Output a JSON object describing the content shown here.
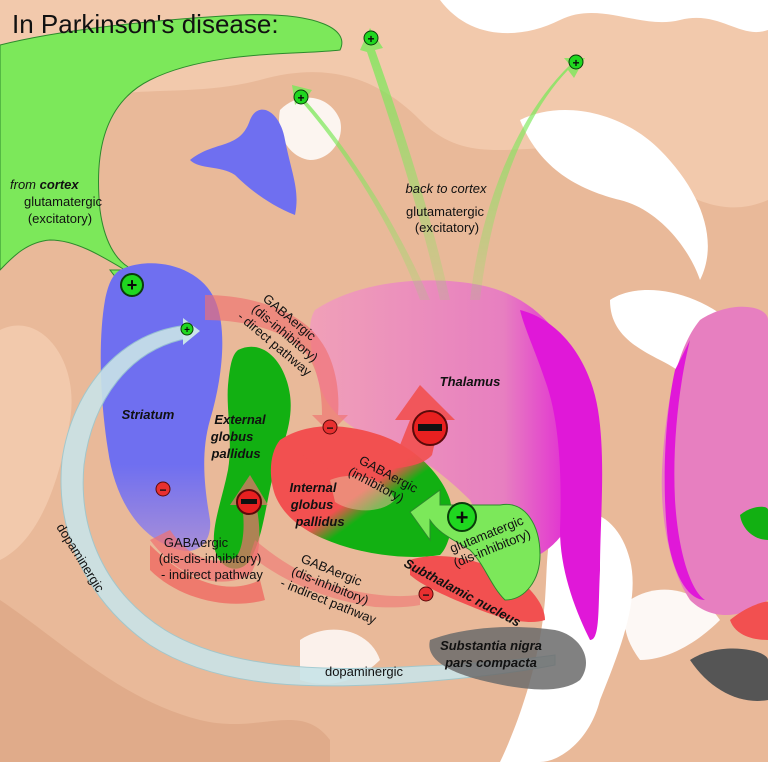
{
  "title": "In Parkinson's disease:",
  "colors": {
    "background": "#e9b999",
    "tissue_light": "#f2c9ac",
    "tissue_dark": "#d9a07e",
    "white_matter": "#ffffff",
    "striatum": "#6f6ff0",
    "globus_pallidus_external": "#12b012",
    "globus_pallidus_internal": "#f25050",
    "thalamus": "#e77fc0",
    "thalamus_edge": "#e018d8",
    "excitatory": "#7ce85a",
    "inhibitory": "#f07070",
    "dopaminergic": "#c9e4e8",
    "substantia_nigra": "#6b6b6b"
  },
  "labels": {
    "from_cortex": "from",
    "from_cortex_bold": "cortex",
    "cortex_input_type": "glutamatergic",
    "cortex_input_effect": "(excitatory)",
    "back_to_cortex": "back to cortex",
    "thalamus_output_type": "glutamatergic",
    "thalamus_output_effect": "(excitatory)",
    "direct_line1": "GABAergic",
    "direct_line2": "(dis-inhibitory)",
    "direct_line3": "- direct pathway",
    "thalamus": "Thalamus",
    "striatum": "Striatum",
    "gpe_line1": "External",
    "gpe_line2": "globus",
    "gpe_line3": "pallidus",
    "gpi_out_line1": "GABAergic",
    "gpi_out_line2": "(inhibitory)",
    "gpi_line1": "Internal",
    "gpi_line2": "globus",
    "gpi_line3": "pallidus",
    "indirect1_line1": "GABAergic",
    "indirect1_line2": "(dis-dis-inhibitory)",
    "indirect1_line3": "- indirect pathway",
    "indirect2_line1": "GABAergic",
    "indirect2_line2": "(dis-inhibitory)",
    "indirect2_line3": "- indirect pathway",
    "stn_out_line1": "glutamatergic",
    "stn_out_line2": "(dis-inhibitory)",
    "subthalamic_nucleus": "Subthalamic nucleus",
    "dopaminergic_left": "dopaminergic",
    "dopaminergic_bottom": "dopaminergic",
    "snc_line1": "Substantia nigra",
    "snc_line2": "pars compacta"
  },
  "signs": {
    "plus": "+",
    "minus": "−"
  }
}
